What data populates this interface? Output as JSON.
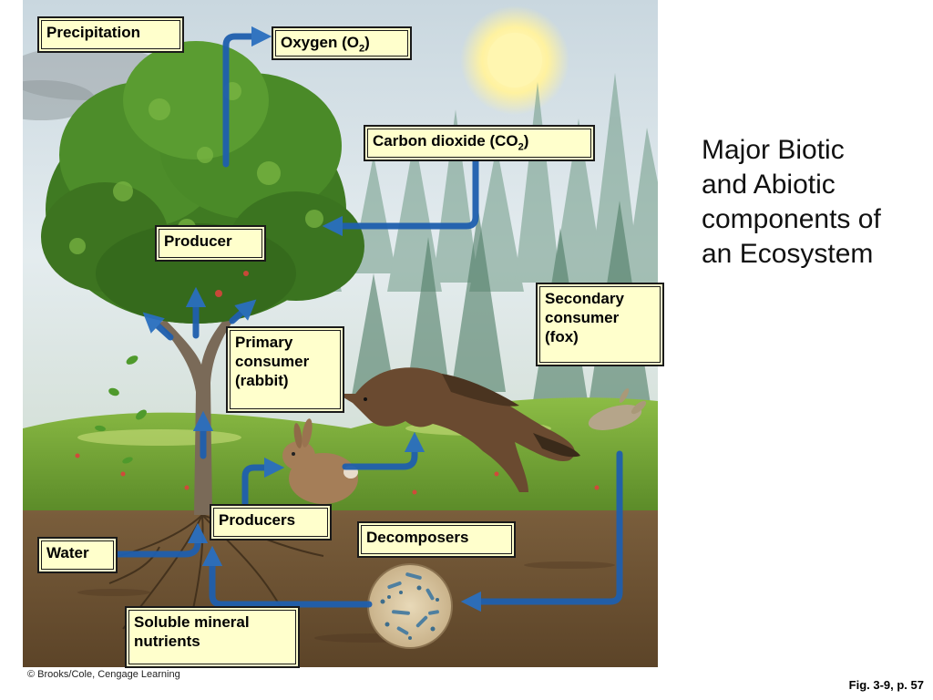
{
  "figure": {
    "labels": {
      "precipitation": "Precipitation",
      "oxygen_text": "Oxygen (O",
      "oxygen_sub": "2",
      "oxygen_close": ")",
      "co2_text": "Carbon dioxide (CO",
      "co2_sub": "2",
      "co2_close": ")",
      "producer": "Producer",
      "secondary_consumer": [
        "Secondary",
        "consumer",
        "(fox)"
      ],
      "primary_consumer": [
        "Primary",
        "consumer",
        "(rabbit)"
      ],
      "producers": "Producers",
      "decomposers": "Decomposers",
      "water": "Water",
      "soluble_mineral_nutrients": [
        "Soluble mineral",
        "nutrients"
      ]
    },
    "copyright": "© Brooks/Cole, Cengage Learning",
    "colors": {
      "label_fill": "#ffffcc",
      "arrow_blue": "#1f5fae",
      "soil": "#6b5030",
      "grass": "#6fa331",
      "sky": "#d9e6ee"
    }
  },
  "slide": {
    "title_lines": [
      "Major Biotic",
      "and Abiotic",
      "components of",
      "an Ecosystem"
    ],
    "fig_ref": "Fig. 3-9, p. 57"
  }
}
